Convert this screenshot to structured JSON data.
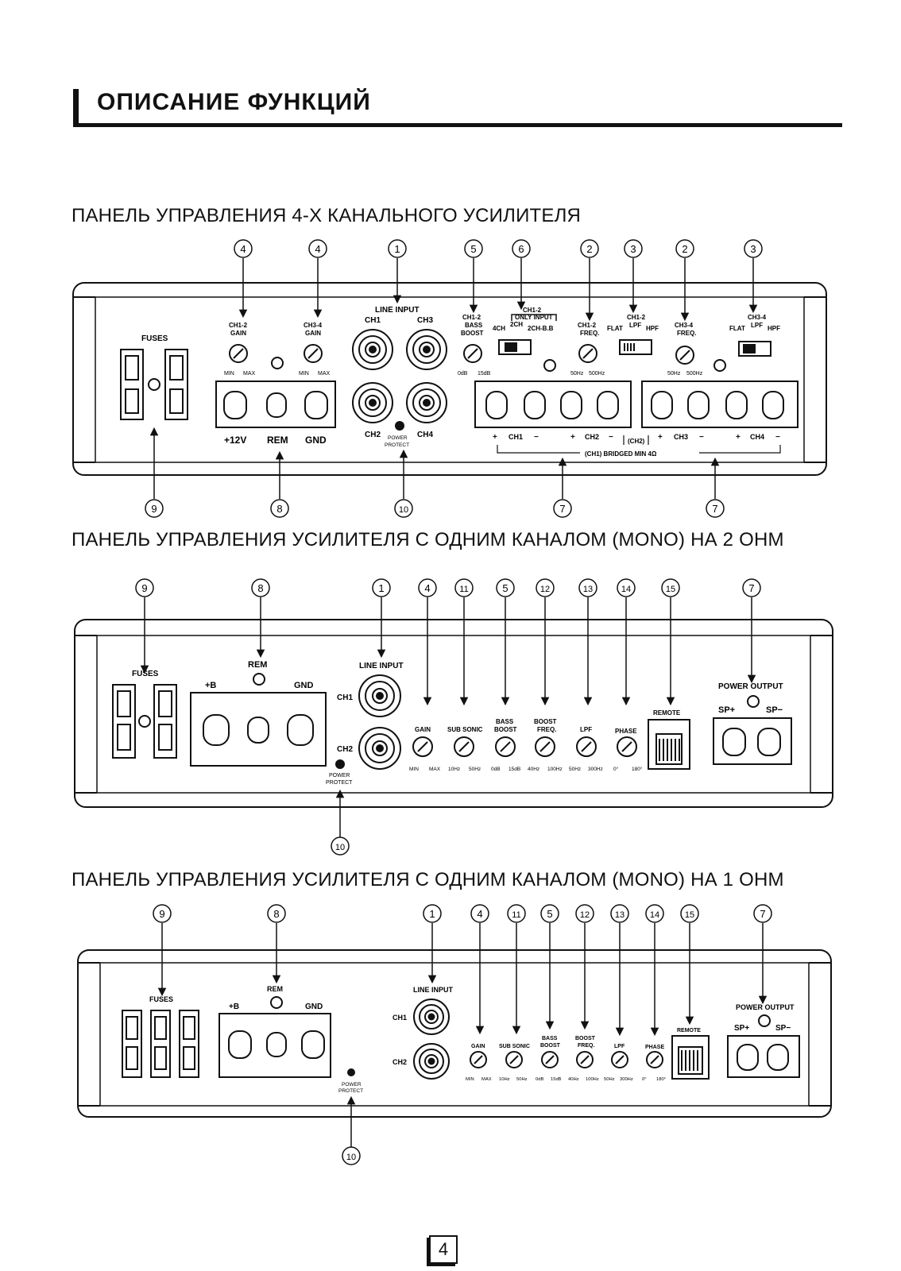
{
  "header": {
    "title": "ОПИСАНИЕ ФУНКЦИЙ"
  },
  "sections": [
    {
      "title": "ПАНЕЛЬ УПРАВЛЕНИЯ 4-Х КАНАЛЬНОГО УСИЛИТЕЛЯ"
    },
    {
      "title": "ПАНЕЛЬ УПРАВЛЕНИЯ  УСИЛИТЕЛЯ С ОДНИМ КАНАЛОМ (MONO) НА 2 ОНМ"
    },
    {
      "title": "ПАНЕЛЬ УПРАВЛЕНИЯ  УСИЛИТЕЛЯ С ОДНИМ КАНАЛОМ (MONO) НА 1 ОНМ"
    }
  ],
  "panel4ch": {
    "callouts_top": [
      "4",
      "4",
      "1",
      "5",
      "6",
      "2",
      "3",
      "2",
      "3"
    ],
    "callouts_bottom": [
      "9",
      "8",
      "10",
      "7",
      "7"
    ],
    "fuses": "FUSES",
    "gain1": "CH1-2",
    "gain1b": "GAIN",
    "gain2": "CH3-4",
    "gain2b": "GAIN",
    "min": "MIN",
    "max": "MAX",
    "line_input": "LINE INPUT",
    "ch1": "CH1",
    "ch2": "CH2",
    "ch3": "CH3",
    "ch4": "CH4",
    "power_protect_1": "POWER",
    "power_protect_2": "PROTECT",
    "boost1": "CH1-2",
    "boost2": "BASS",
    "boost3": "BOOST",
    "db0": "0dB",
    "db15": "15dB",
    "only_input_1": "CH1-2",
    "only_input_2": "ONLY INPUT",
    "mode_4ch": "4CH",
    "mode_2ch": "2CH",
    "mode_bb": "2CH-B.B",
    "freq12_1": "CH1-2",
    "freq12_2": "FREQ.",
    "freq34_1": "CH3-4",
    "freq34_2": "FREQ.",
    "hz50": "50Hz",
    "hz500": "500Hz",
    "flt12": "CH1-2",
    "flt34": "CH3-4",
    "flat": "FLAT",
    "lpf": "LPF",
    "hpf": "HPF",
    "v12": "+12V",
    "rem": "REM",
    "gnd": "GND",
    "out_ch1": "CH1",
    "out_ch2": "CH2",
    "out_ch3": "CH3",
    "out_ch4": "CH4",
    "bridge_ch2": "(CH2)",
    "bridged": "(CH1)  BRIDGED MIN 4Ω"
  },
  "panel2ohm": {
    "callouts": [
      "9",
      "8",
      "1",
      "4",
      "11",
      "5",
      "12",
      "13",
      "14",
      "15",
      "7"
    ],
    "callout_bottom": "10",
    "fuses": "FUSES",
    "rem": "REM",
    "plusb": "+B",
    "gnd": "GND",
    "line_input": "LINE INPUT",
    "ch1": "CH1",
    "ch2": "CH2",
    "pp1": "POWER",
    "pp2": "PROTECT",
    "gain": "GAIN",
    "subsonic": "SUB SONIC",
    "bass1": "BASS",
    "bass2": "BOOST",
    "bf1": "BOOST",
    "bf2": "FREQ.",
    "lpf": "LPF",
    "phase": "PHASE",
    "remote": "REMOTE",
    "power_output": "POWER OUTPUT",
    "sp_plus": "SP+",
    "sp_minus": "SP−",
    "scale": [
      "MIN",
      "MAX",
      "10Hz",
      "50Hz",
      "0dB",
      "15dB",
      "40Hz",
      "100Hz",
      "50Hz",
      "300Hz",
      "0°",
      "180°"
    ]
  },
  "panel1ohm": {
    "callouts": [
      "9",
      "8",
      "1",
      "4",
      "11",
      "5",
      "12",
      "13",
      "14",
      "15",
      "7"
    ],
    "callout_bottom": "10",
    "fuses": "FUSES",
    "rem": "REM",
    "plusb": "+B",
    "gnd": "GND",
    "line_input": "LINE INPUT",
    "ch1": "CH1",
    "ch2": "CH2",
    "pp1": "POWER",
    "pp2": "PROTECT",
    "gain": "GAIN",
    "subsonic": "SUB SONIC",
    "bass1": "BASS",
    "bass2": "BOOST",
    "bf1": "BOOST",
    "bf2": "FREQ.",
    "lpf": "LPF",
    "phase": "PHASE",
    "remote": "REMOTE",
    "power_output": "POWER OUTPUT",
    "sp_plus": "SP+",
    "sp_minus": "SP−",
    "scale": [
      "MIN",
      "MAX",
      "10Hz",
      "50Hz",
      "0dB",
      "15dB",
      "40Hz",
      "100Hz",
      "50Hz",
      "300Hz",
      "0°",
      "180°"
    ]
  },
  "footer": {
    "page_number": "4"
  }
}
